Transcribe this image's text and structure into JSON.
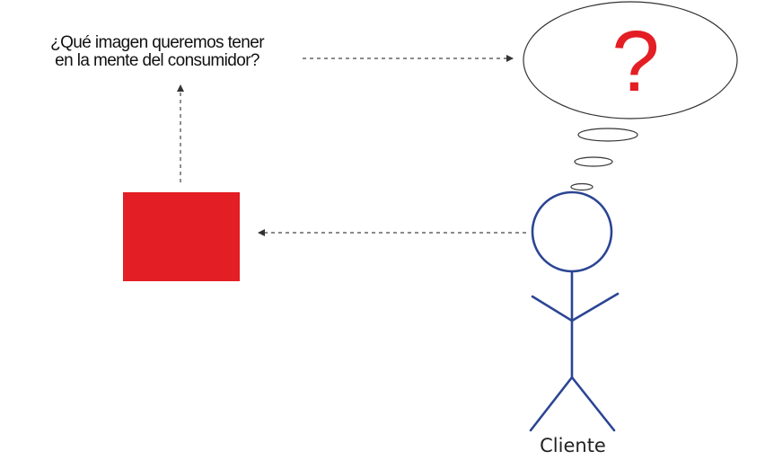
{
  "question": {
    "line1": "¿Qué imagen queremos tener",
    "line2": "en la mente del consumidor?"
  },
  "thought_symbol": "?",
  "client_label": "Cliente",
  "colors": {
    "red": "#e31e24",
    "stick_figure": "#2b4593",
    "outline": "#333333",
    "arrow": "#444444"
  }
}
